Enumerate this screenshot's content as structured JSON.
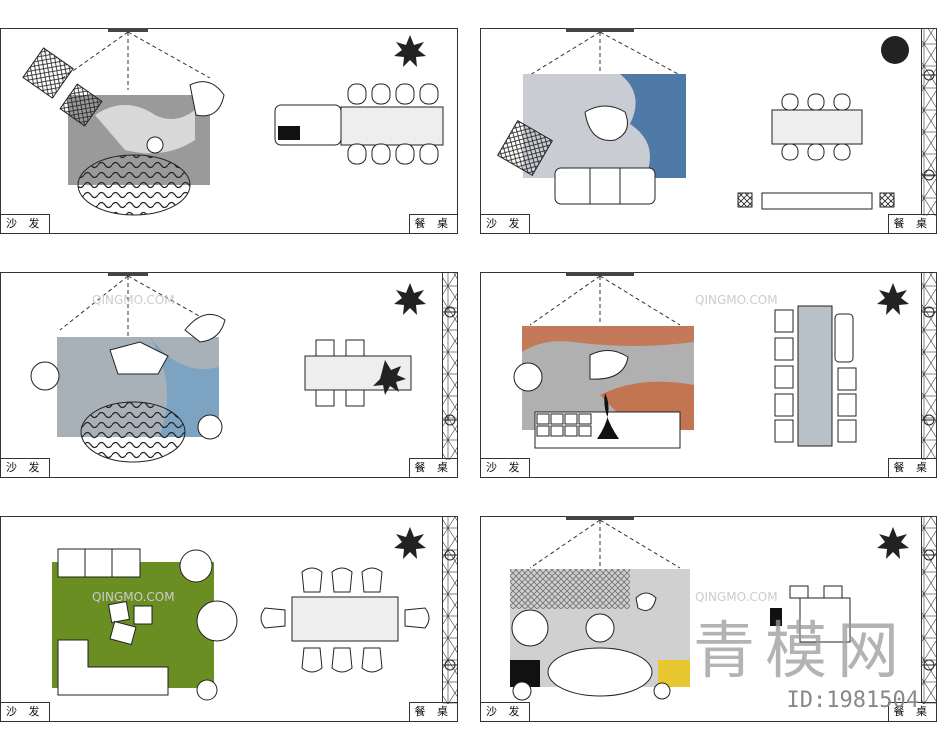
{
  "labels": {
    "sofa": "沙 发",
    "dining": "餐 桌"
  },
  "watermarks": {
    "site": "QINGMO.COM",
    "logo": "青模网",
    "id": "ID:1981504"
  },
  "colors": {
    "line": "#333333",
    "rug_green": "#6b8e23",
    "rug_blue": "#3a6a9e",
    "rug_orange": "#c8663a",
    "rug_yellow": "#e8c830"
  },
  "icons": [
    "pendant-lamp-icon",
    "potted-plant-icon",
    "rug-icon",
    "sofa-icon",
    "dining-table-icon",
    "chair-icon",
    "window-rail-icon"
  ]
}
